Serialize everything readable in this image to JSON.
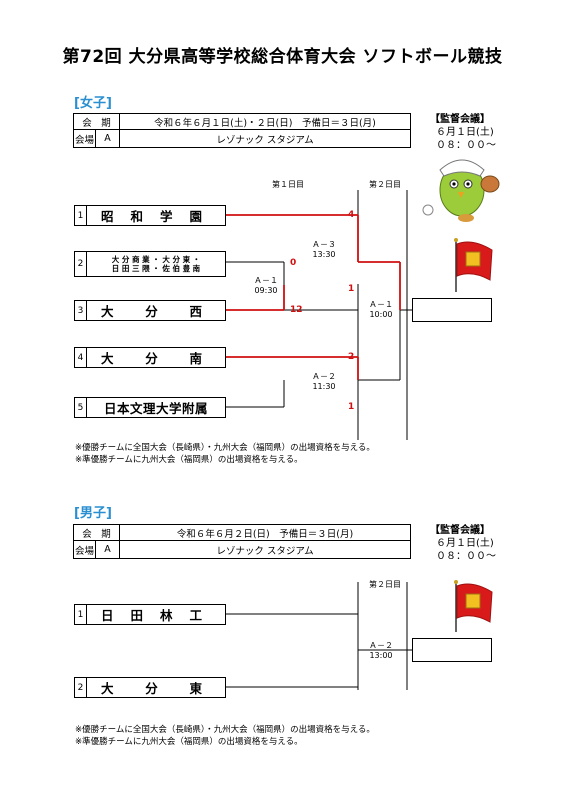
{
  "title": "第72回 大分県高等学校総合体育大会 ソフトボール競技",
  "women": {
    "section": "[女子]",
    "info": {
      "period_label": "会　期",
      "period": "令和６年６月１日(土)・２日(日)　予備日＝３日(月)",
      "venue_label": "会場",
      "venue_code": "A",
      "venue": "レゾナック スタジアム"
    },
    "meeting": {
      "label": "【監督会議】",
      "date": "６月１日(土)",
      "time": "０８：００〜"
    },
    "round1": "第１日目",
    "round2": "第２日目",
    "teams": [
      {
        "num": "1",
        "chars": [
          "昭",
          "和",
          "学",
          "園"
        ]
      },
      {
        "num": "2",
        "line1": "大 分 商 業 ・ 大 分 東 ・",
        "line2": "日 田 三 隈 ・ 佐 伯 豊 南"
      },
      {
        "num": "3",
        "chars": [
          "大",
          "分",
          "西"
        ]
      },
      {
        "num": "4",
        "chars": [
          "大",
          "分",
          "南"
        ]
      },
      {
        "num": "5",
        "name": "日本文理大学附属"
      }
    ],
    "games": [
      {
        "code": "Ａ－１",
        "time": "09:30"
      },
      {
        "code": "Ａ－３",
        "time": "13:30"
      },
      {
        "code": "Ａ－２",
        "time": "11:30"
      },
      {
        "code": "Ａ－１",
        "time": "10:00"
      }
    ],
    "scores": [
      "4",
      "0",
      "1",
      "12",
      "2",
      "1"
    ],
    "notes": [
      "※優勝チームに全国大会（長崎県）・九州大会（福岡県）の出場資格を与える。",
      "※準優勝チームに九州大会（福岡県）の出場資格を与える。"
    ]
  },
  "men": {
    "section": "[男子]",
    "info": {
      "period_label": "会　期",
      "period": "令和６年６月２日(日)　予備日＝３日(月)",
      "venue_label": "会場",
      "venue_code": "A",
      "venue": "レゾナック スタジアム"
    },
    "meeting": {
      "label": "【監督会議】",
      "date": "６月１日(土)",
      "time": "０８：００〜"
    },
    "round2": "第２日目",
    "teams": [
      {
        "num": "1",
        "chars": [
          "日",
          "田",
          "林",
          "工"
        ]
      },
      {
        "num": "2",
        "chars": [
          "大",
          "分",
          "東"
        ]
      }
    ],
    "games": [
      {
        "code": "Ａ－２",
        "time": "13:00"
      }
    ],
    "notes": [
      "※優勝チームに全国大会（長崎県）・九州大会（福岡県）の出場資格を与える。",
      "※準優勝チームに九州大会（福岡県）の出場資格を与える。"
    ]
  },
  "colors": {
    "win_line": "#d01010",
    "section": "#2a8fd0"
  },
  "icons": [
    "mascot-bird-icon",
    "champion-flag-icon"
  ]
}
